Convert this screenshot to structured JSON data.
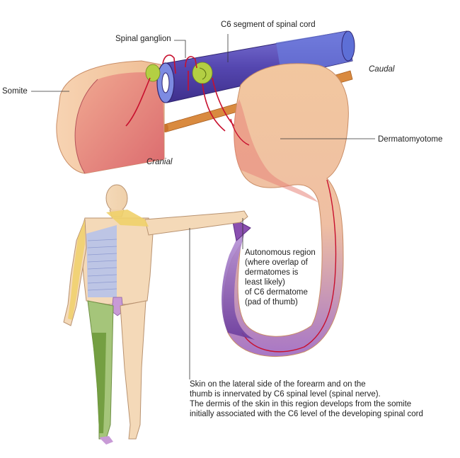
{
  "labels": {
    "spinal_ganglion": "Spinal ganglion",
    "c6_segment": "C6 segment of spinal cord",
    "somite": "Somite",
    "caudal": "Caudal",
    "cranial": "Cranial",
    "dermatomyotome": "Dermatomyotome"
  },
  "autonomous_note": [
    "Autonomous region",
    "(where overlap of",
    "dermatomes is",
    "least likely)",
    "of C6 dermatome",
    "(pad of thumb)"
  ],
  "skin_note": [
    "Skin on the lateral side of the forearm and on the",
    "thumb is innervated by C6 spinal level (spinal nerve).",
    "The dermis of the skin in this region develops from the somite",
    "initially associated with the C6 level of the developing spinal cord"
  ],
  "colors": {
    "somite_fill": "#f3c9a4",
    "somite_inner": "#e7867a",
    "spinal_cord": "#5a4fb8",
    "nerve": "#c8102e",
    "ganglion": "#a8c83a",
    "notochord": "#d2782c",
    "dermatome_c6": "#f0d06a",
    "dermatome_blue": "#b7c2ea",
    "dermatome_green": "#8fb65e",
    "arrow": "#8a4fb0"
  }
}
